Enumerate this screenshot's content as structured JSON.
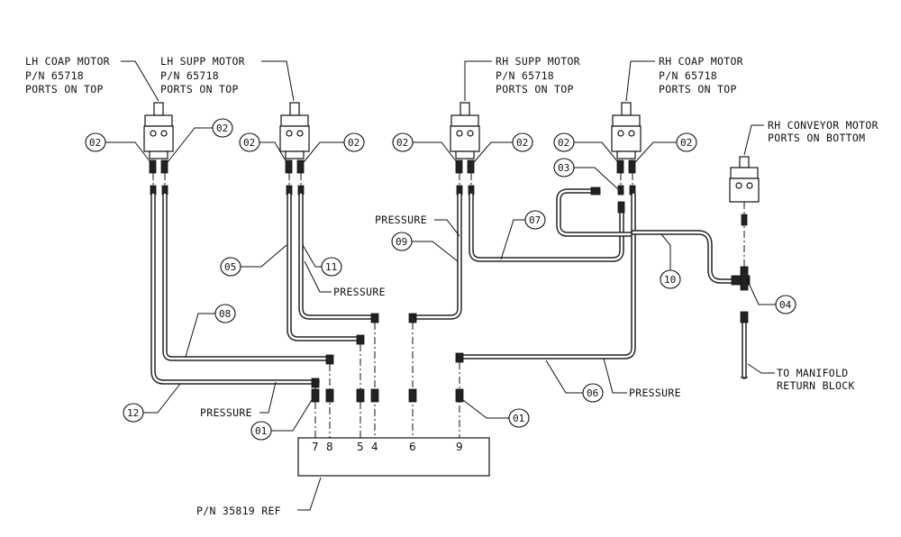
{
  "motors": {
    "lh_coap": [
      "LH COAP MOTOR",
      "P/N 65718",
      "PORTS ON TOP"
    ],
    "lh_supp": [
      "LH SUPP MOTOR",
      "P/N 65718",
      "PORTS ON TOP"
    ],
    "rh_supp": [
      "RH SUPP MOTOR",
      "P/N 65718",
      "PORTS ON TOP"
    ],
    "rh_coap": [
      "RH COAP MOTOR",
      "P/N 65718",
      "PORTS ON TOP"
    ],
    "rh_conveyor": [
      "RH CONVEYOR MOTOR",
      "PORTS ON BOTTOM"
    ]
  },
  "callouts": {
    "c01": "01",
    "c02": "02",
    "c03": "03",
    "c04": "04",
    "c05": "05",
    "c06": "06",
    "c07": "07",
    "c08": "08",
    "c09": "09",
    "c10": "10",
    "c11": "11",
    "c12": "12"
  },
  "labels": {
    "pressure": "PRESSURE",
    "manifold": [
      "TO MANIFOLD",
      "RETURN BLOCK"
    ],
    "block_ref": "P/N 35819 REF"
  },
  "ports": [
    "7",
    "8",
    "5",
    "4",
    "6",
    "9"
  ]
}
